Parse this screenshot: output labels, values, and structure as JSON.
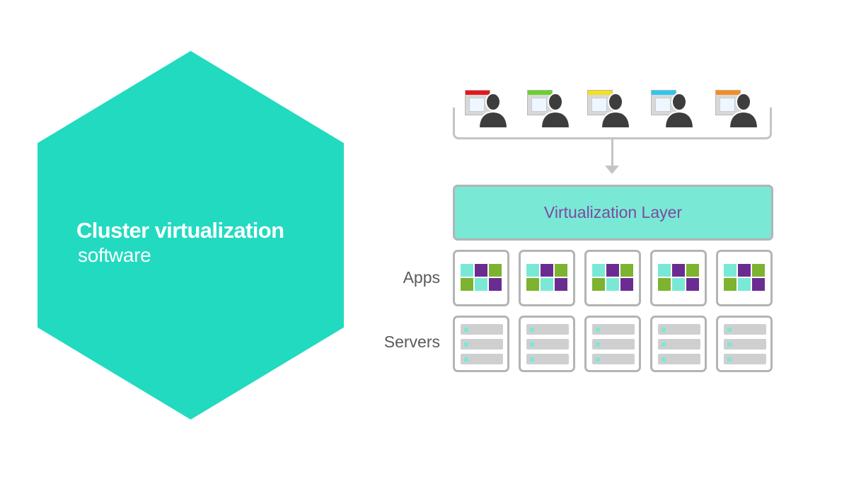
{
  "hexagon": {
    "title": "Cluster virtualization",
    "subtitle": "software",
    "color": "#21dac0"
  },
  "users": {
    "icon": "user-at-screen-icon",
    "items": [
      {
        "accent": "#e8161c"
      },
      {
        "accent": "#6ad12c"
      },
      {
        "accent": "#f2e21a"
      },
      {
        "accent": "#2ec7ee"
      },
      {
        "accent": "#f58c22"
      }
    ]
  },
  "virtualization_layer": {
    "label": "Virtualization Layer",
    "fill": "#79e9d5",
    "text_color": "#7c4aa0"
  },
  "apps": {
    "label": "Apps",
    "count": 5,
    "icon": "app-tiles-icon",
    "tile_colors": [
      "#79e9d5",
      "#6b2c91",
      "#7db32f",
      "#7db32f",
      "#79e9d5",
      "#6b2c91"
    ]
  },
  "servers": {
    "label": "Servers",
    "count": 5,
    "icon": "server-rack-icon",
    "units_per_server": 3
  }
}
